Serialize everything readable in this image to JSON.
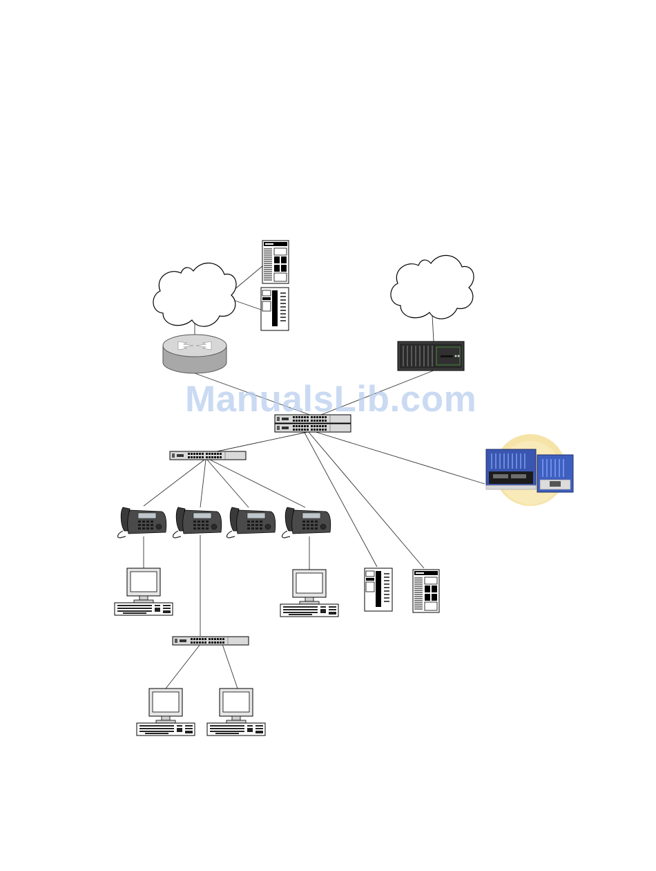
{
  "watermark": {
    "text": "ManualsLib.com",
    "color": "#b6cdee"
  },
  "colors": {
    "line": "#333333",
    "device_fill": "#d9d9d9",
    "mainframe_blue": "#3a56b0",
    "halo": "#f3d98a"
  },
  "devices": {
    "clouds": [
      "cloud-internet",
      "cloud-pstn"
    ],
    "router": "router-icon",
    "gateway": "voice-gateway-icon",
    "core_switch": "stacked-core-switch-icon",
    "access_switches": [
      "phone-access-switch-icon",
      "pc-access-switch-icon"
    ],
    "phones": [
      "ip-phone-icon",
      "ip-phone-icon",
      "ip-phone-icon",
      "ip-phone-icon"
    ],
    "computers": [
      "workstation-icon",
      "workstation-icon",
      "workstation-icon",
      "workstation-icon"
    ],
    "servers": [
      "tower-server-icon",
      "tower-server-icon",
      "tower-server-icon",
      "tower-server-icon"
    ],
    "call_server": "call-server-cabinet-icon"
  }
}
